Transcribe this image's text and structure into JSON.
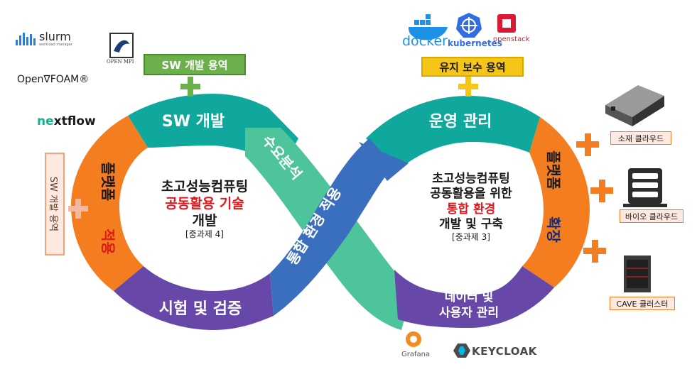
{
  "loop": {
    "sw_dev": "SW 개발",
    "platform_apply_1": "플랫폼",
    "platform_apply_2": "적용",
    "test_verify": "시험 및 검증",
    "demand_analysis": "수요분석",
    "integration_apply": "통합 환경 적용",
    "operation": "운영 관리",
    "platform_extend_1": "플랫폼",
    "platform_extend_2": "확장",
    "data_user_1": "데이터 및",
    "data_user_2": "사용자 관리"
  },
  "left_center": {
    "line1": "초고성능컴퓨팅",
    "line2": "공동활용 기술",
    "line3": "개발",
    "sub": "[중과제 4]"
  },
  "right_center": {
    "line1": "초고성능컴퓨팅",
    "line2": "공동활용을 위한",
    "line3": "통합 환경",
    "line4": "개발 및 구축",
    "sub": "[중과제 3]"
  },
  "services": {
    "sw_dev_service": "SW 개발 용역",
    "maintenance_service": "유지 보수 용역",
    "sw_dev_service_side": "SW 개발 용역"
  },
  "clouds": {
    "materials": "소재 클라우드",
    "bio": "바이오 클라우드",
    "cave": "CAVE 클러스터"
  },
  "logos": {
    "slurm": "slurm",
    "slurm_sub": "workload manager",
    "openmpi": "OPEN MPI",
    "openfoam": "Open∇FOAM®",
    "nextflow_a": "ne",
    "nextflow_x": "x",
    "nextflow_b": "tflow",
    "docker": "docker",
    "kubernetes": "kubernetes",
    "openstack": "openstack",
    "grafana": "Grafana",
    "keycloak": "KEYCLOAK"
  },
  "colors": {
    "teal": "#10a89c",
    "orange": "#f47d20",
    "purple": "#6747a8",
    "blue": "#3a6fc0",
    "mint": "#4ec49a",
    "red": "#e0191c",
    "green_box": "#6bb04a",
    "yellow_box": "#f5c518"
  }
}
